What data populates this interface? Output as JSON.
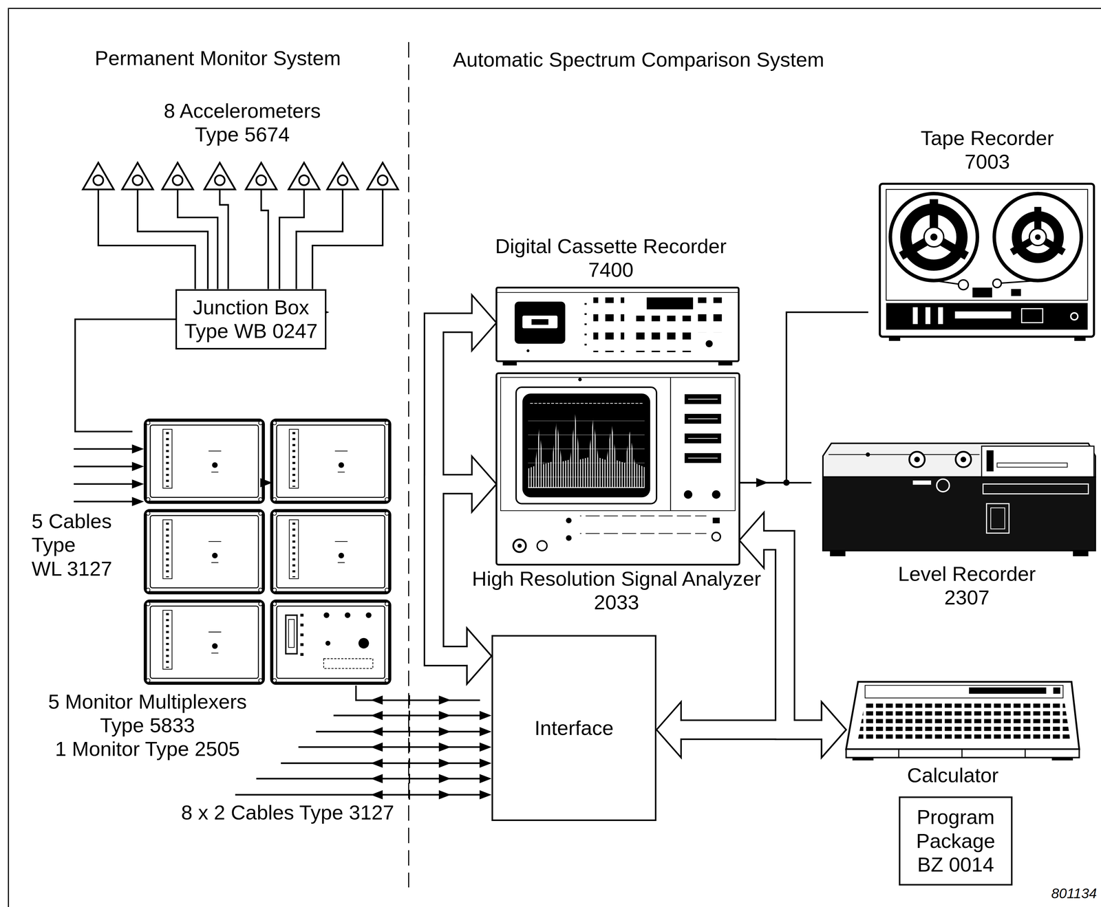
{
  "diagram": {
    "nodes": [
      {
        "text": [
          "Junction Box Type WB 0247"
        ]
      },
      {
        "text": [
          "5 Monitor Multiplexers Type 5833",
          "1 Monitor Type 2505"
        ]
      },
      {
        "text": [
          "Digital Cassette Recorder 7400"
        ]
      },
      {
        "text": [
          "High Resolution Signal Analyzer 2033"
        ]
      },
      {
        "text": [
          "Interface"
        ]
      },
      {
        "text": [
          "Tape Recorder 7003"
        ]
      },
      {
        "text": [
          "Level Recorder 2307"
        ]
      },
      {
        "text": [
          "Calculator"
        ]
      },
      {
        "text": [
          "Program Package BZ 0014"
        ]
      }
    ],
    "edges": [
      {
        "from": 0,
        "to": 1,
        "arrow": "to"
      },
      {
        "from": 1,
        "to": 4,
        "arrow": "to"
      },
      {
        "from": 4,
        "to": 2,
        "arrow": "both"
      },
      {
        "from": 4,
        "to": 3,
        "arrow": "both"
      },
      {
        "from": 3,
        "to": 5,
        "arrow": "to"
      },
      {
        "from": 3,
        "to": 6,
        "arrow": "to"
      },
      {
        "from": 4,
        "to": 7,
        "arrow": "both"
      },
      {
        "from": 3,
        "to": 7,
        "arrow": "both"
      }
    ],
    "labels": [
      "Permanent Monitor System",
      "Automatic Spectrum Comparison System",
      "8 Accelerometers Type 5674",
      "5 Cables Type WL 3127",
      "8 x 2 Cables Type 3127",
      "801134"
    ]
  }
}
